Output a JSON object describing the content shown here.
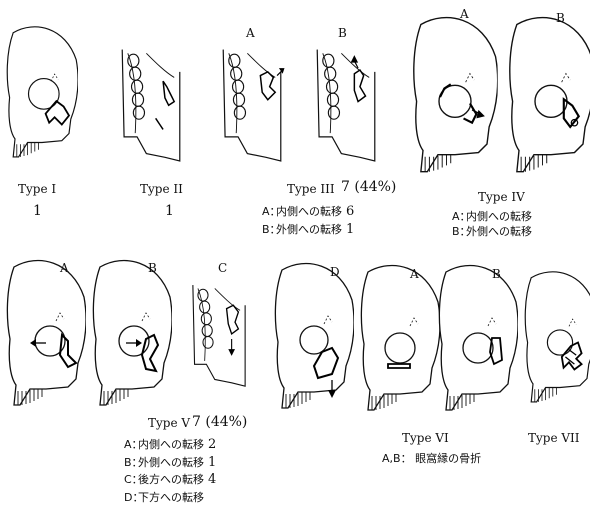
{
  "figure": {
    "row1": {
      "type1": {
        "label": "Type I",
        "count": "1"
      },
      "type2": {
        "label": "Type II",
        "count": "1"
      },
      "type3": {
        "sub_a": "A",
        "sub_b": "B",
        "label": "Type III",
        "count": "7 (44%)",
        "legend": [
          {
            "key": "A：",
            "text": "内側への転移",
            "value": "6"
          },
          {
            "key": "B：",
            "text": "外側への転移",
            "value": "1"
          }
        ]
      },
      "type4": {
        "sub_a": "A",
        "sub_b": "B",
        "label": "Type IV",
        "legend": [
          {
            "key": "A：",
            "text": "内側への転移"
          },
          {
            "key": "B：",
            "text": "外側への転移"
          }
        ]
      }
    },
    "row2": {
      "type5": {
        "sub_a": "A",
        "sub_b": "B",
        "sub_c": "C",
        "sub_d": "D",
        "label": "Type V",
        "count": "7 (44%)",
        "legend": [
          {
            "key": "A：",
            "text": "内側への転移",
            "value": "2"
          },
          {
            "key": "B：",
            "text": "外側への転移",
            "value": "1"
          },
          {
            "key": "C：",
            "text": "後方への転移",
            "value": "4"
          },
          {
            "key": "D：",
            "text": "下方への転移",
            "value": ""
          }
        ]
      },
      "type6": {
        "sub_a": "A",
        "sub_b": "B",
        "label": "Type VI",
        "note": "A,B： 眼窩縁の骨折"
      },
      "type7": {
        "label": "Type VII"
      }
    }
  }
}
